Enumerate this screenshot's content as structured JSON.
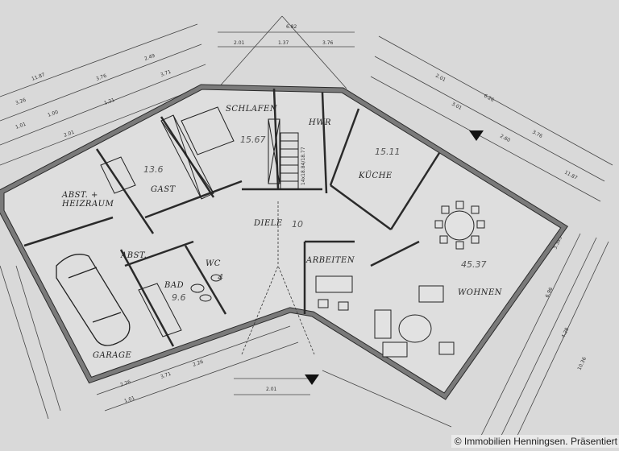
{
  "rooms": {
    "schlafen": "SCHLAFEN",
    "gast": "GAST",
    "abst_heizraum_1": "ABST. +",
    "abst_heizraum_2": "HEIZRAUM",
    "diele": "DIELE",
    "hwr": "HWR",
    "kueche": "KÜCHE",
    "arbeiten": "ARBEITEN",
    "wohnen": "WOHNEN",
    "bad": "BAD",
    "wc": "WC",
    "garage": "GARAGE",
    "abst": "ABST."
  },
  "areas": {
    "schlafen": "15.67",
    "gast": "13.6",
    "kueche": "15.11",
    "wohnen": "45.37",
    "bad": "9.6",
    "wc": "4",
    "diele": "10"
  },
  "dimensions": [
    "11.87",
    "3.26",
    "1.01",
    "1.00",
    "1.21",
    "2.01",
    "3.76",
    "2.49",
    "3.71",
    "6.82",
    "2.01",
    "1.37",
    "3.76",
    "2.01",
    "3.01",
    "6.26",
    "2.60",
    "11.87",
    "3.76",
    "3.385",
    "2.26",
    "1.01",
    "3.71",
    "6.96",
    "4.28",
    "10.36",
    "2.26",
    "2.01"
  ],
  "stair_label": "14x18.84/18.77",
  "colors": {
    "paper": "#d9d9d9",
    "wall": "#6a6a6a",
    "line": "#2a2a2a"
  },
  "copyright": "© Immobilien Henningsen. Präsentiert"
}
